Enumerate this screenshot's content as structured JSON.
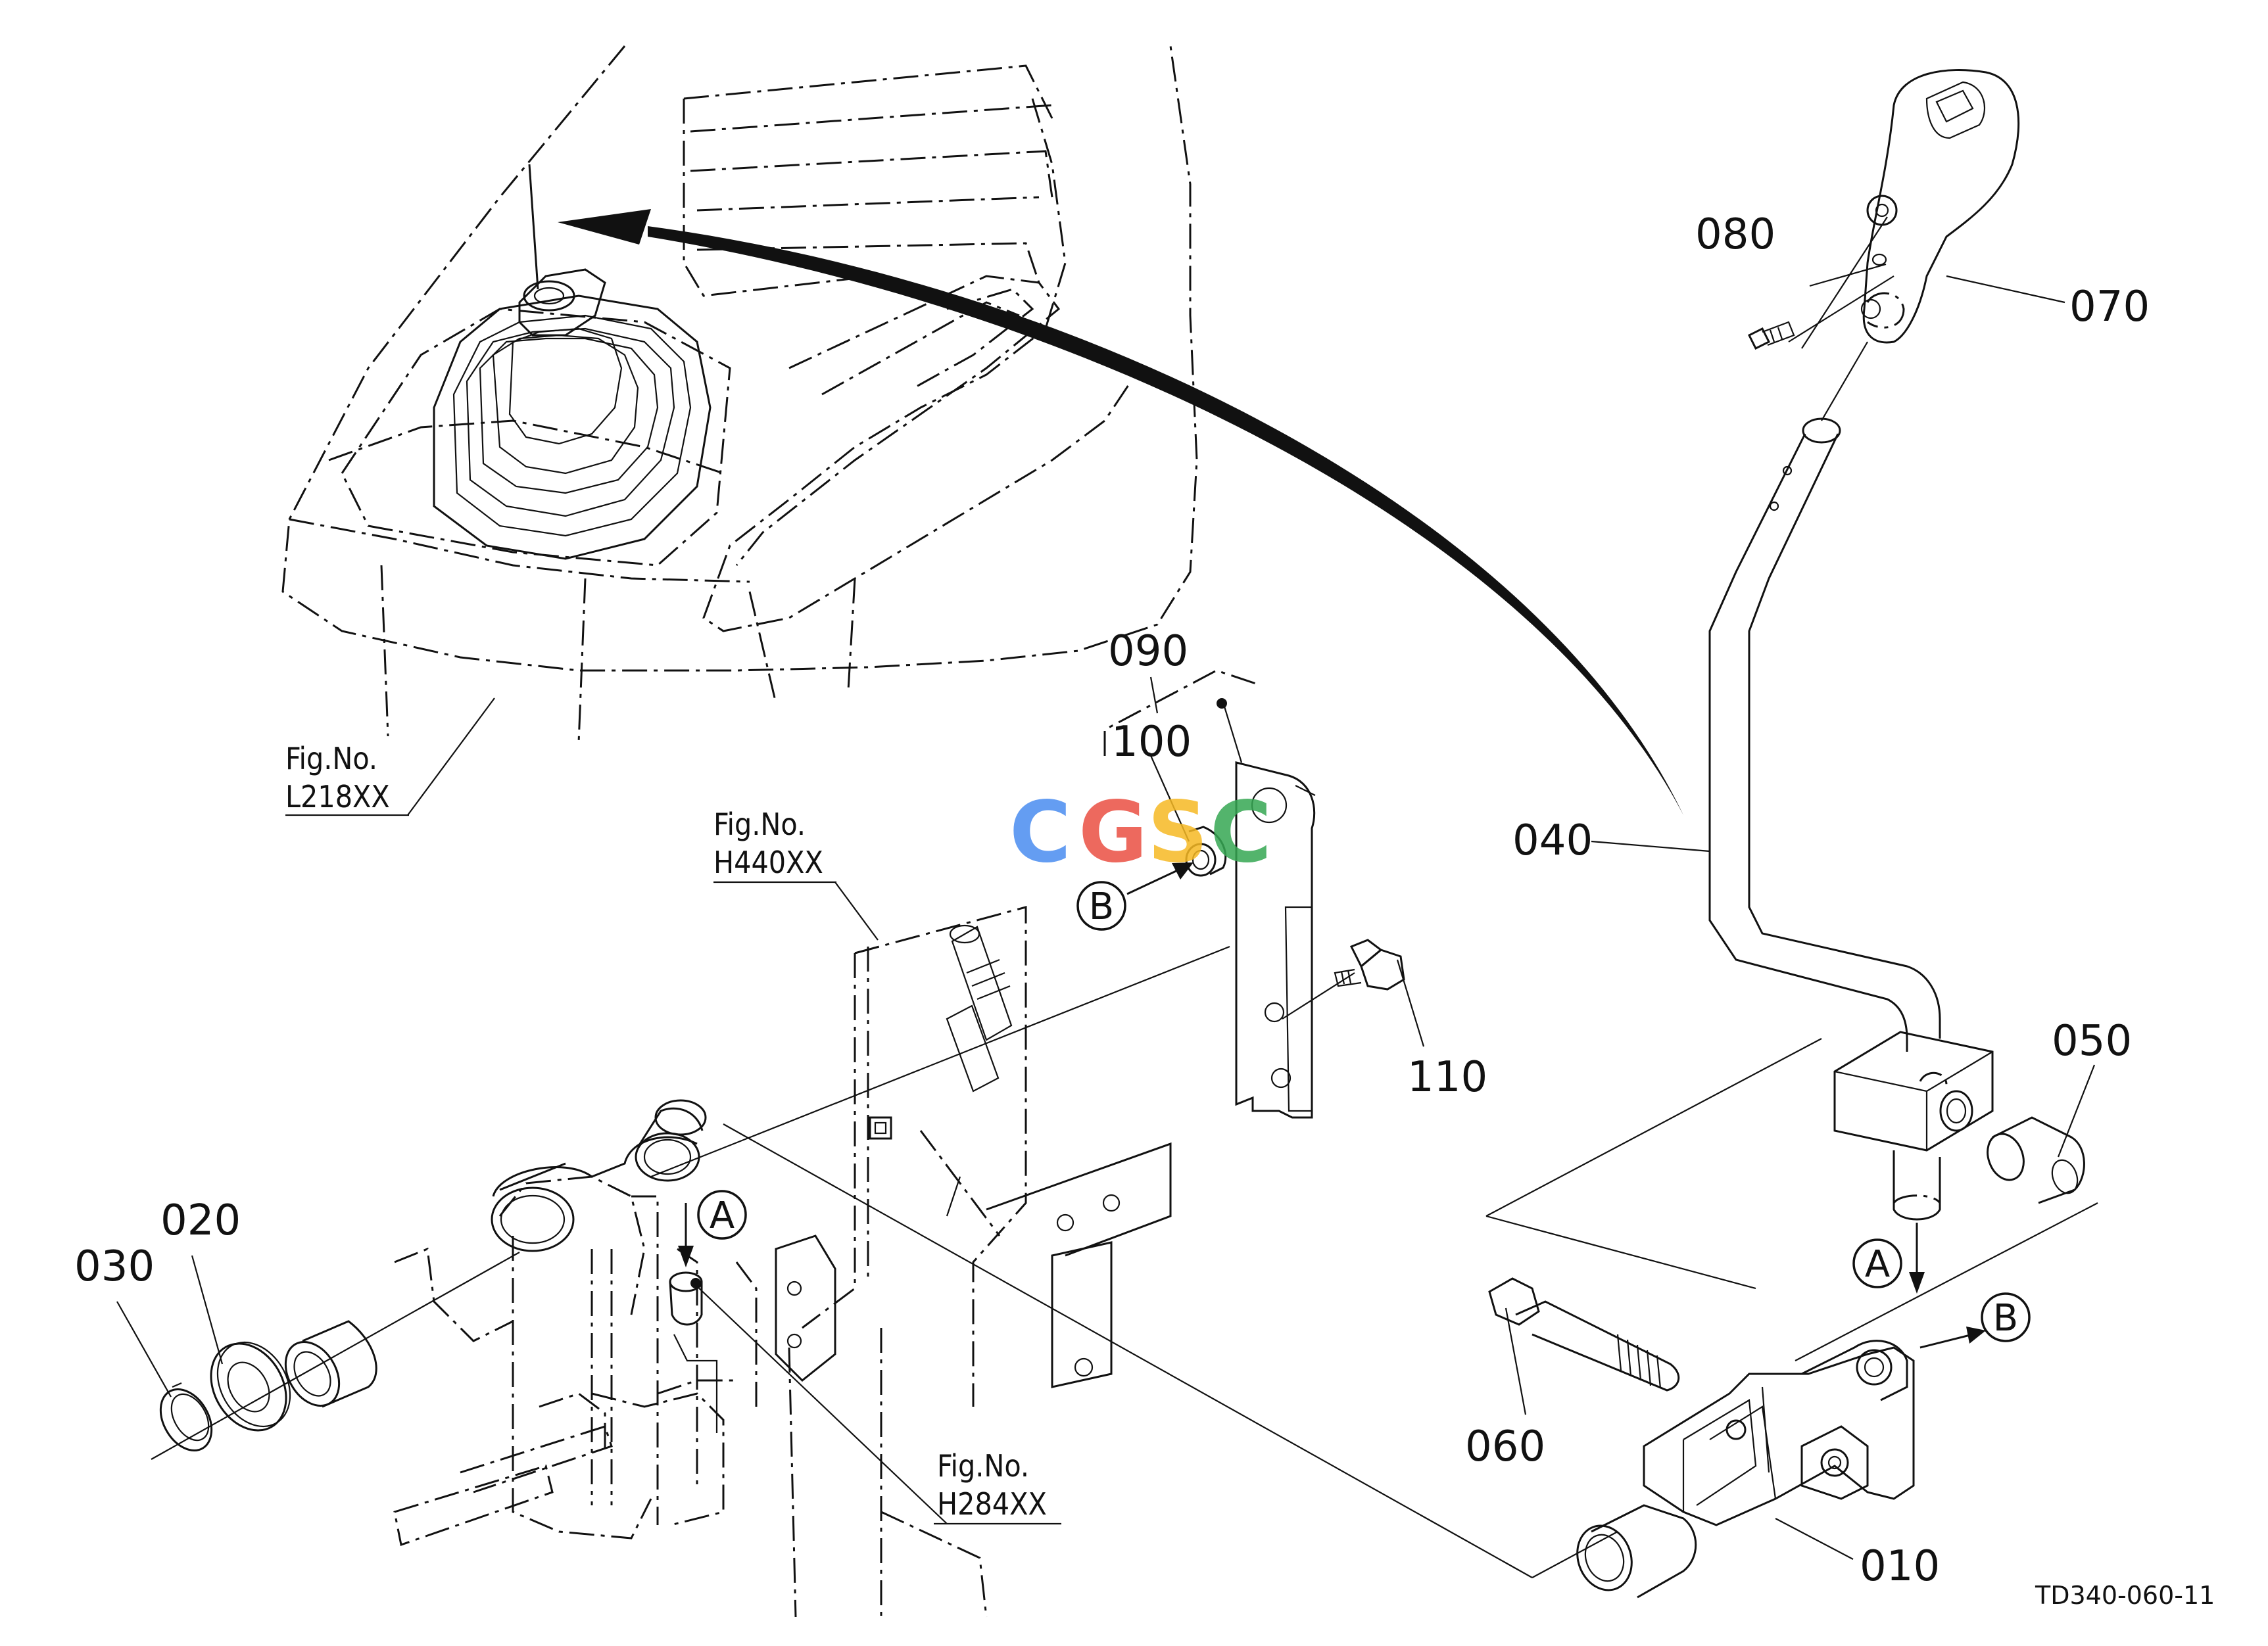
{
  "diagram": {
    "part_labels": [
      "010",
      "020",
      "030",
      "040",
      "050",
      "060",
      "070",
      "080",
      "090",
      "100",
      "110"
    ],
    "figure_refs": [
      {
        "line1": "Fig.No.",
        "line2": "L218XX"
      },
      {
        "line1": "Fig.No.",
        "line2": "H440XX"
      },
      {
        "line1": "Fig.No.",
        "line2": "H284XX"
      }
    ],
    "callouts": [
      "A",
      "B",
      "A",
      "B"
    ],
    "diagram_code": "TD340-060-11",
    "watermark": {
      "letters": [
        "C",
        "G",
        "S",
        "C"
      ],
      "colors": [
        "#4a8cf0",
        "#ea4f43",
        "#f6b924",
        "#36a853"
      ]
    }
  }
}
